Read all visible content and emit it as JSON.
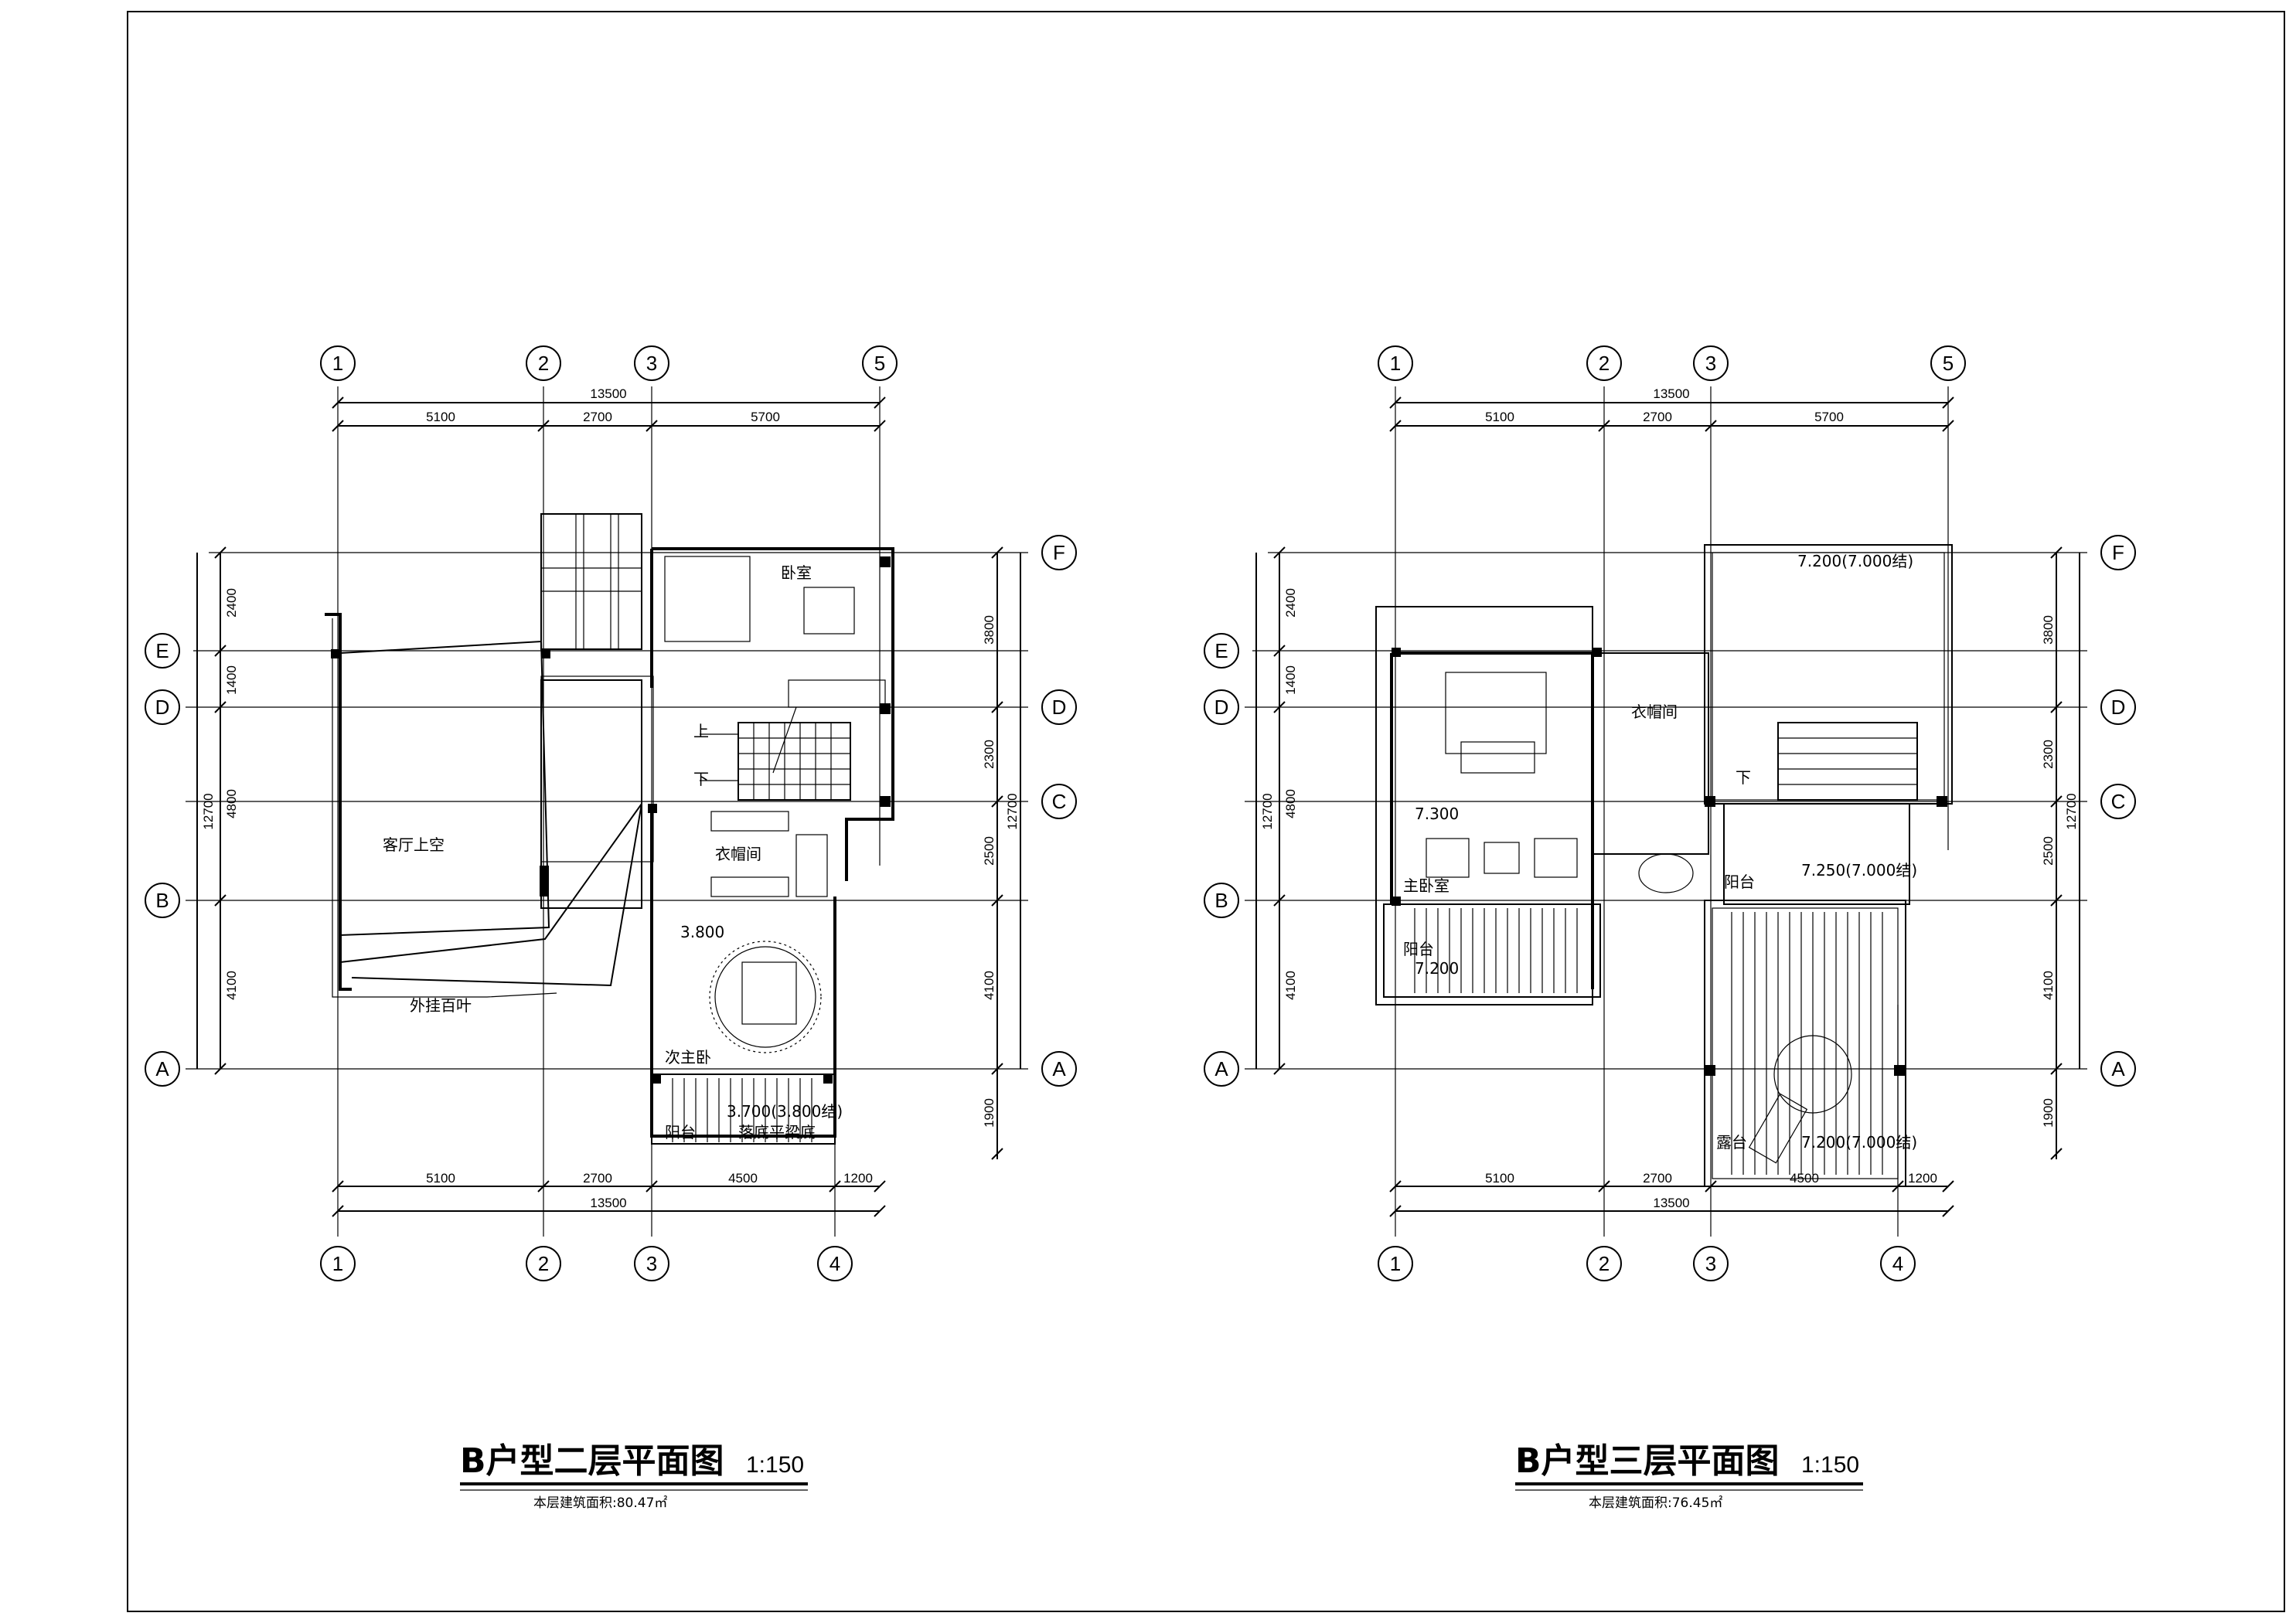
{
  "plans": [
    {
      "id": "floor2",
      "title": "B户型二层平面图",
      "scale": "1:150",
      "area_note": "本层建筑面积:80.47㎡",
      "axes_top": [
        "1",
        "2",
        "3",
        "5"
      ],
      "axes_bottom": [
        "1",
        "2",
        "3",
        "4"
      ],
      "axes_side": [
        "F",
        "E",
        "D",
        "C",
        "B",
        "A"
      ],
      "dims_top_total": "13500",
      "dims_top": [
        "5100",
        "2700",
        "5700"
      ],
      "dims_bottom": [
        "5100",
        "2700",
        "4500",
        "1200"
      ],
      "dims_bottom_total": "13500",
      "dims_left": [
        "2400",
        "1400",
        "4800",
        "4100"
      ],
      "dims_left_total": "12700",
      "dims_right": [
        "3800",
        "2300",
        "2500",
        "4100",
        "1900"
      ],
      "dims_right_total": "12700",
      "rooms": {
        "bedroom": "卧室",
        "up": "上",
        "down": "下",
        "closet": "衣帽间",
        "living_void": "客厅上空",
        "louver": "外挂百叶",
        "elev1": "3.800",
        "second_master": "次主卧",
        "balcony": "阳台",
        "elev2": "3.700(3.800结)",
        "floor_note": "落底平梁底"
      }
    },
    {
      "id": "floor3",
      "title": "B户型三层平面图",
      "scale": "1:150",
      "area_note": "本层建筑面积:76.45㎡",
      "axes_top": [
        "1",
        "2",
        "3",
        "5"
      ],
      "axes_bottom": [
        "1",
        "2",
        "3",
        "4"
      ],
      "axes_side": [
        "F",
        "E",
        "D",
        "C",
        "B",
        "A"
      ],
      "dims_top_total": "13500",
      "dims_top": [
        "5100",
        "2700",
        "5700"
      ],
      "dims_bottom": [
        "5100",
        "2700",
        "4500",
        "1200"
      ],
      "dims_bottom_total": "13500",
      "dims_left": [
        "2400",
        "1400",
        "4800",
        "4100"
      ],
      "dims_left_total": "12700",
      "dims_right": [
        "3800",
        "2300",
        "2500",
        "4100",
        "1900"
      ],
      "dims_right_total": "12700",
      "rooms": {
        "roof_elev": "7.200(7.000结)",
        "closet": "衣帽间",
        "down": "下",
        "elev1": "7.300",
        "master": "主卧室",
        "balcony": "阳台",
        "elev_bal": "7.250(7.000结)",
        "balcony2": "阳台",
        "elev2": "7.200",
        "terrace": "露台",
        "elev3": "7.200(7.000结)"
      }
    }
  ]
}
